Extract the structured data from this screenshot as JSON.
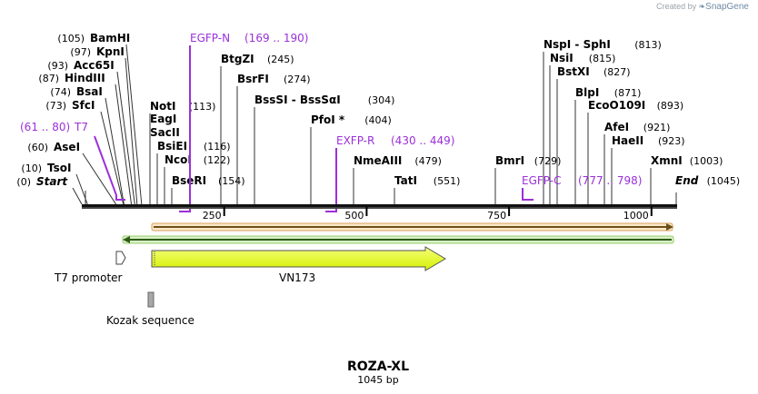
{
  "credit": {
    "prefix": "Created by",
    "brand": "SnapGene"
  },
  "sequence": {
    "name": "ROZA-XL",
    "length_label": "1045 bp",
    "length": 1045
  },
  "ticks": [
    {
      "pos": 250,
      "label": "250"
    },
    {
      "pos": 500,
      "label": "500"
    },
    {
      "pos": 750,
      "label": "750"
    },
    {
      "pos": 1000,
      "label": "1000"
    }
  ],
  "sites": [
    {
      "enzyme": "Start",
      "pos_label": "(0)",
      "pos": 0,
      "italic": true
    },
    {
      "enzyme": "TsoI",
      "pos_label": "(10)",
      "pos": 10
    },
    {
      "enzyme": "AseI",
      "pos_label": "(60)",
      "pos": 60
    },
    {
      "enzyme": "SfcI",
      "pos_label": "(73)",
      "pos": 73
    },
    {
      "enzyme": "BsaI",
      "pos_label": "(74)",
      "pos": 74
    },
    {
      "enzyme": "HindIII",
      "pos_label": "(87)",
      "pos": 87
    },
    {
      "enzyme": "Acc65I",
      "pos_label": "(93)",
      "pos": 93
    },
    {
      "enzyme": "KpnI",
      "pos_label": "(97)",
      "pos": 97
    },
    {
      "enzyme": "BamHI",
      "pos_label": "(105)",
      "pos": 105
    },
    {
      "enzyme": "NotI",
      "pos_label": "(113)",
      "pos": 113
    },
    {
      "enzyme": "EagI",
      "pos_label": "",
      "pos": 113
    },
    {
      "enzyme": "SacII",
      "pos_label": "",
      "pos": 114
    },
    {
      "enzyme": "BsiEI",
      "pos_label": "(116)",
      "pos": 116
    },
    {
      "enzyme": "NcoI",
      "pos_label": "(122)",
      "pos": 122
    },
    {
      "enzyme": "BseRI",
      "pos_label": "(154)",
      "pos": 154
    },
    {
      "enzyme": "BtgZI",
      "pos_label": "(245)",
      "pos": 245
    },
    {
      "enzyme": "BsrFI",
      "pos_label": "(274)",
      "pos": 274
    },
    {
      "enzyme": "BssSI - BssSαI",
      "pos_label": "(304)",
      "pos": 304
    },
    {
      "enzyme": "PfoI *",
      "pos_label": "(404)",
      "pos": 404
    },
    {
      "enzyme": "NmeAIII",
      "pos_label": "(479)",
      "pos": 479
    },
    {
      "enzyme": "TatI",
      "pos_label": "(551)",
      "pos": 551
    },
    {
      "enzyme": "BmrI",
      "pos_label": "(729)",
      "pos": 729
    },
    {
      "enzyme": "NspI - SphI",
      "pos_label": "(813)",
      "pos": 813
    },
    {
      "enzyme": "NsiI",
      "pos_label": "(815)",
      "pos": 815
    },
    {
      "enzyme": "BstXI",
      "pos_label": "(827)",
      "pos": 827
    },
    {
      "enzyme": "BlpI",
      "pos_label": "(871)",
      "pos": 871
    },
    {
      "enzyme": "EcoO109I",
      "pos_label": "(893)",
      "pos": 893
    },
    {
      "enzyme": "AfeI",
      "pos_label": "(921)",
      "pos": 921
    },
    {
      "enzyme": "HaeII",
      "pos_label": "(923)",
      "pos": 923
    },
    {
      "enzyme": "XmnI",
      "pos_label": "(1003)",
      "pos": 1003
    },
    {
      "enzyme": "End",
      "pos_label": "(1045)",
      "pos": 1045,
      "italic": true
    }
  ],
  "primers": [
    {
      "name": "T7",
      "range_label": "(61 .. 80)",
      "start": 61,
      "end": 80,
      "strand": "+"
    },
    {
      "name": "EGFP-N",
      "range_label": "(169 .. 190)",
      "start": 169,
      "end": 190,
      "strand": "-"
    },
    {
      "name": "EXFP-R",
      "range_label": "(430 .. 449)",
      "start": 430,
      "end": 449,
      "strand": "-"
    },
    {
      "name": "EGFP-C",
      "range_label": "(777 .. 798)",
      "start": 777,
      "end": 798,
      "strand": "+"
    }
  ],
  "features": [
    {
      "name": "T7 promoter",
      "type": "promoter",
      "color": "#ffffff"
    },
    {
      "name": "VN173",
      "type": "cds",
      "color": "#e8fb3a"
    },
    {
      "name": "Kozak sequence",
      "type": "misc",
      "color": "#a8a8a8"
    }
  ],
  "colors": {
    "primer": "#9b30d9",
    "orange_bar": "#f5a623",
    "green_bar": "#8bc34a",
    "orange_fill": "#fbe7c8",
    "green_fill": "#d9f0c8"
  }
}
